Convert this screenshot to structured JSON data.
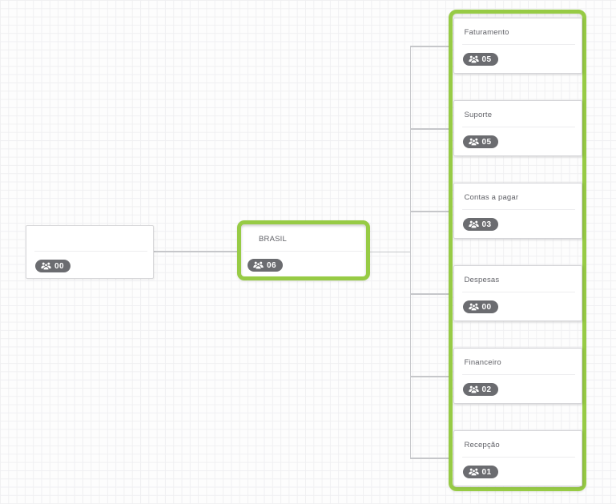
{
  "colors": {
    "selected_green": "#97cb45",
    "badge_background": "#6b6c70",
    "connector_gray": "#c6c7ca"
  },
  "root_node": {
    "title": "",
    "member_count": "00"
  },
  "selected_node": {
    "title": "BRASIL",
    "member_count": "06"
  },
  "departments": [
    {
      "title": "Faturamento",
      "member_count": "05"
    },
    {
      "title": "Suporte",
      "member_count": "05"
    },
    {
      "title": "Contas a pagar",
      "member_count": "03"
    },
    {
      "title": "Despesas",
      "member_count": "00"
    },
    {
      "title": "Financeiro",
      "member_count": "02"
    },
    {
      "title": "Recepção",
      "member_count": "01"
    }
  ]
}
